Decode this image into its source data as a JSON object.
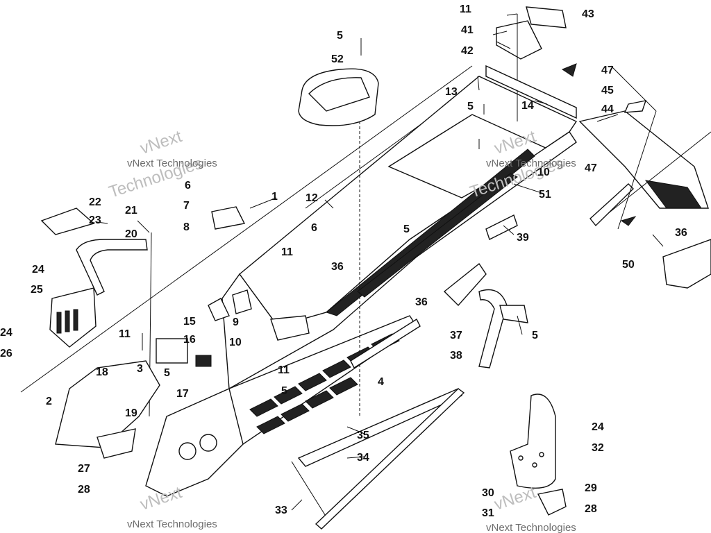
{
  "watermark": {
    "brand": "vNext",
    "company": "vNext Technologies",
    "line2": "Technologies"
  },
  "callouts": [
    {
      "label": "1"
    },
    {
      "label": "2"
    },
    {
      "label": "3"
    },
    {
      "label": "4"
    },
    {
      "label": "5"
    },
    {
      "label": "5"
    },
    {
      "label": "5"
    },
    {
      "label": "5"
    },
    {
      "label": "5"
    },
    {
      "label": "5"
    },
    {
      "label": "6"
    },
    {
      "label": "6"
    },
    {
      "label": "7"
    },
    {
      "label": "8"
    },
    {
      "label": "9"
    },
    {
      "label": "10"
    },
    {
      "label": "10"
    },
    {
      "label": "11"
    },
    {
      "label": "11"
    },
    {
      "label": "11"
    },
    {
      "label": "11"
    },
    {
      "label": "12"
    },
    {
      "label": "13"
    },
    {
      "label": "14"
    },
    {
      "label": "15"
    },
    {
      "label": "16"
    },
    {
      "label": "17"
    },
    {
      "label": "18"
    },
    {
      "label": "19"
    },
    {
      "label": "20"
    },
    {
      "label": "21"
    },
    {
      "label": "22"
    },
    {
      "label": "23"
    },
    {
      "label": "24"
    },
    {
      "label": "24"
    },
    {
      "label": "24"
    },
    {
      "label": "25"
    },
    {
      "label": "26"
    },
    {
      "label": "27"
    },
    {
      "label": "28"
    },
    {
      "label": "28"
    },
    {
      "label": "29"
    },
    {
      "label": "30"
    },
    {
      "label": "31"
    },
    {
      "label": "32"
    },
    {
      "label": "33"
    },
    {
      "label": "34"
    },
    {
      "label": "35"
    },
    {
      "label": "36"
    },
    {
      "label": "36"
    },
    {
      "label": "36"
    },
    {
      "label": "37"
    },
    {
      "label": "38"
    },
    {
      "label": "39"
    },
    {
      "label": "41"
    },
    {
      "label": "42"
    },
    {
      "label": "43"
    },
    {
      "label": "44"
    },
    {
      "label": "45"
    },
    {
      "label": "47"
    },
    {
      "label": "47"
    },
    {
      "label": "50"
    },
    {
      "label": "51"
    },
    {
      "label": "52"
    }
  ]
}
